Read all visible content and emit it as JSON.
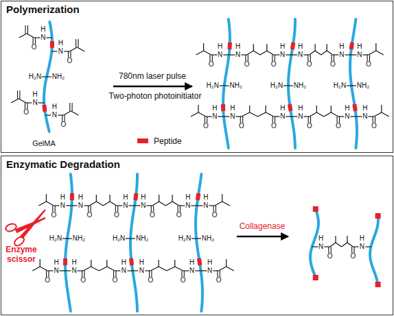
{
  "diagram": {
    "nodes": [
      {
        "text": [
          "Polymerization"
        ]
      },
      {
        "text": [
          "Enzymatic Degradation"
        ]
      }
    ],
    "labels": [
      "780nm laser pulse",
      "Two-photon photoinitiator",
      "GelMA",
      "Enzyme scissor",
      "Collagenase",
      "H",
      "N",
      "O",
      "H",
      "N",
      "O",
      "H",
      "N",
      "O",
      "H",
      "N",
      "O",
      "H₂N",
      "NH₂",
      "H",
      "N",
      "O",
      "H",
      "N",
      "O",
      "H",
      "N",
      "O",
      "H",
      "N",
      "O",
      "H",
      "N",
      "O",
      "H",
      "N",
      "O",
      "H",
      "N",
      "O",
      "H",
      "N",
      "O",
      "H",
      "N",
      "O",
      "H",
      "N",
      "O",
      "H",
      "N",
      "O",
      "H",
      "N",
      "O",
      "H₂N",
      "NH₂",
      "H₂N",
      "NH₂",
      "H₂N",
      "NH₂",
      "H",
      "N",
      "O",
      "H",
      "N",
      "O",
      "H",
      "N",
      "O",
      "H",
      "N",
      "O",
      "H",
      "N",
      "O",
      "H",
      "N",
      "O",
      "H",
      "N",
      "O",
      "H",
      "N",
      "O",
      "H",
      "N",
      "O",
      "H",
      "N",
      "O",
      "H",
      "N",
      "O",
      "H",
      "N",
      "O",
      "H₂N",
      "NH₂",
      "H₂N",
      "NH₂",
      "H₂N",
      "NH₂",
      "H",
      "N",
      "O",
      "H",
      "N",
      "O"
    ],
    "legend": [
      {
        "text": "Peptide",
        "color": "#e8202a"
      }
    ]
  }
}
